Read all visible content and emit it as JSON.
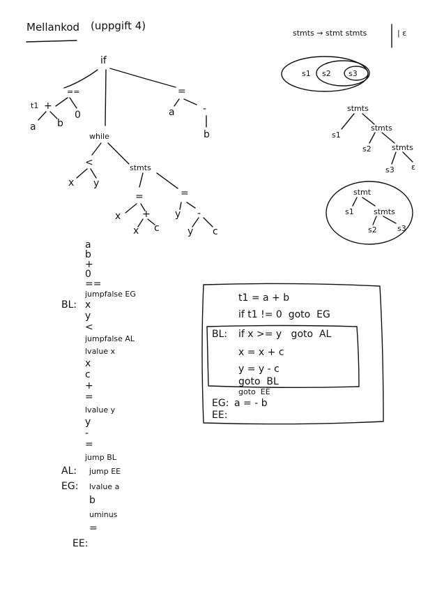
{
  "title": "Mellankod",
  "subtitle": "(uppgift 4)",
  "syntax_tree": {
    "root": "if",
    "cond": "==",
    "t1": "t1",
    "plus": "+",
    "a": "a",
    "b": "b",
    "zero": "0",
    "assign": "=",
    "assign_a": "a",
    "neg": "-",
    "assign_b": "b",
    "while": "while",
    "lt": "<",
    "lt_x": "x",
    "lt_y": "y",
    "stmts": "stmts",
    "assign1": "=",
    "assign1_x": "x",
    "assign1_plus": "+",
    "assign1_px": "x",
    "assign1_pc": "c",
    "assign2": "=",
    "assign2_y": "y",
    "assign2_minus": "-",
    "assign2_my": "y",
    "assign2_mc": "c"
  },
  "grammar": {
    "rule": "stmts → stmt stmts",
    "alt": "| ε",
    "circle_labels": [
      "s1",
      "s2",
      "s3"
    ],
    "tree": {
      "root": "stmts",
      "s1": "s1",
      "stmts1": "stmts",
      "s2": "s2",
      "stmts2": "stmts",
      "s3": "s3",
      "eps": "ε"
    },
    "tree2": {
      "root": "stmt",
      "s1": "s1",
      "stmts": "stmts",
      "s2": "s2",
      "s3": "s3"
    }
  },
  "stack_code": [
    {
      "label": "",
      "text": "a"
    },
    {
      "label": "",
      "text": "b"
    },
    {
      "label": "",
      "text": "+"
    },
    {
      "label": "",
      "text": "0"
    },
    {
      "label": "",
      "text": "=="
    },
    {
      "label": "",
      "text": "jumpfalse EG"
    },
    {
      "label": "BL:",
      "text": "x"
    },
    {
      "label": "",
      "text": "y"
    },
    {
      "label": "",
      "text": "<"
    },
    {
      "label": "",
      "text": "jumpfalse AL"
    },
    {
      "label": "",
      "text": "lvalue x"
    },
    {
      "label": "",
      "text": "x"
    },
    {
      "label": "",
      "text": "c"
    },
    {
      "label": "",
      "text": "+"
    },
    {
      "label": "",
      "text": "="
    },
    {
      "label": "",
      "text": "lvalue y"
    },
    {
      "label": "",
      "text": "y"
    },
    {
      "label": "",
      "text": "-"
    },
    {
      "label": "",
      "text": "="
    },
    {
      "label": "",
      "text": "jump BL"
    },
    {
      "label": "AL:",
      "text": "jump EE"
    },
    {
      "label": "EG:",
      "text": "lvalue a"
    },
    {
      "label": "",
      "text": "b"
    },
    {
      "label": "",
      "text": "uminus"
    },
    {
      "label": "",
      "text": "="
    },
    {
      "label": "EE:",
      "text": ""
    }
  ],
  "three_address": [
    {
      "label": "",
      "text": "t1 = a + b"
    },
    {
      "label": "",
      "text": "if t1 != 0  goto  EG"
    },
    {
      "label": "BL:",
      "text": "if x >= y   goto  AL"
    },
    {
      "label": "",
      "text": "x = x + c"
    },
    {
      "label": "",
      "text": "y = y - c"
    },
    {
      "label": "",
      "text": "goto  BL"
    },
    {
      "label": "",
      "text": "goto  EE"
    },
    {
      "label": "EG:",
      "text": "a = - b"
    },
    {
      "label": "EE:",
      "text": ""
    }
  ]
}
